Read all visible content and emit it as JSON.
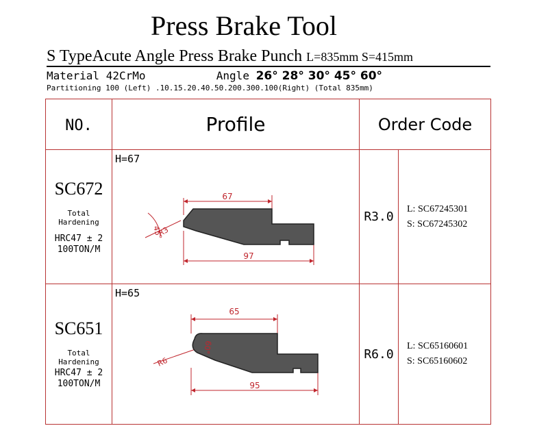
{
  "title": "Press Brake Tool",
  "subtitle": {
    "type_prefix": "S Type",
    "name": "Acute Angle Press Brake Punch",
    "length": "L=835mm S=415mm"
  },
  "material_label": "Material",
  "material_value": "42CrMo",
  "angle_label": "Angle",
  "angle_values": "26° 28° 30° 45° 60°",
  "partitioning": "Partitioning 100 (Left) .10.15.20.40.50.200.300.100(Right) (Total 835mm)",
  "table": {
    "headers": {
      "no": "NO.",
      "profile": "Profile",
      "order_code": "Order Code"
    },
    "rows": [
      {
        "code": "SC672",
        "hardening": "Total Hardening",
        "hrc": "HRC47 ± 2",
        "ton": "100TON/M",
        "height_label": "H=67",
        "dim_top": "67",
        "dim_bottom": "97",
        "angle_mark": "45°",
        "radius_mark": "R3",
        "radius": "R3.0",
        "order_l": "L: SC67245301",
        "order_s": "S: SC67245302"
      },
      {
        "code": "SC651",
        "hardening": "Total Hardening",
        "hrc": "HRC47 ± 2",
        "ton": "100TON/M",
        "height_label": "H=65",
        "dim_top": "65",
        "dim_bottom": "95",
        "angle_mark": "60°",
        "radius_mark": "R6",
        "radius": "R6.0",
        "order_l": "L: SC65160601",
        "order_s": "S: SC65160602"
      }
    ]
  },
  "colors": {
    "dimension": "#c0262d",
    "grid": "#b83232",
    "profile_fill": "#555555"
  }
}
